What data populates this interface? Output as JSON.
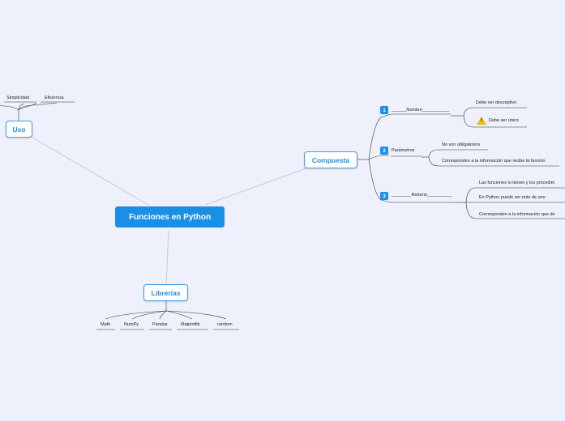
{
  "central": "Funciones en Python",
  "uso": {
    "label": "Uso",
    "children": [
      "Simplicidad",
      "Eficiencia"
    ]
  },
  "compuesta": {
    "label": "Compuesta",
    "items": [
      {
        "number": "1",
        "label": "______Nombre___________",
        "children": [
          "Debe ser descriptivo",
          "Debe ser único"
        ]
      },
      {
        "number": "2",
        "label": "Parámetros",
        "children": [
          "No son obligatorios",
          "Corresponden a la información que recibe la función"
        ]
      },
      {
        "number": "3",
        "label": "________Retorno__________",
        "children": [
          "Las funciones lo tienen y los procedim",
          "En Python puede ser más de uno",
          "Corresponden a la información que de"
        ]
      }
    ]
  },
  "librerias": {
    "label": "Librerías",
    "children": [
      "Math",
      "NumPy",
      "Pandas",
      "Matplotlib",
      "random"
    ]
  },
  "icons": {
    "warning": "warning-icon"
  },
  "colors": {
    "accent": "#1a8fe6",
    "background": "#eef0fc",
    "branch": "#333333",
    "connector": "#c5c8dc"
  }
}
